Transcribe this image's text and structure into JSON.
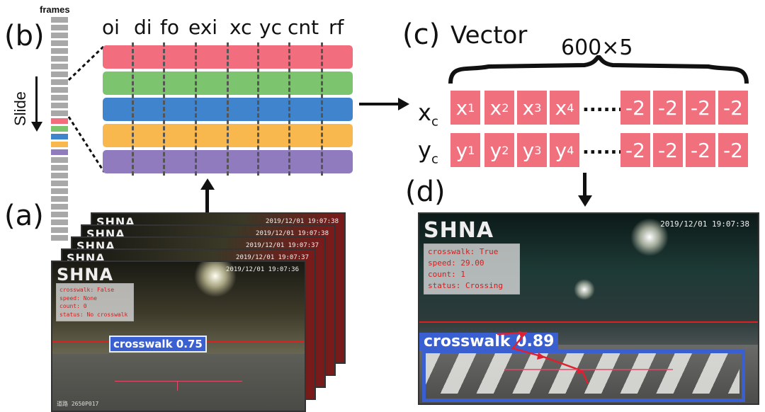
{
  "panels": {
    "a": "(a)",
    "b": "(b)",
    "c": "(c)",
    "d": "(d)"
  },
  "panel_b": {
    "frames_label": "frames",
    "slide_label": "Slide",
    "columns": [
      "oi",
      "di",
      "fo",
      "exi",
      "xc",
      "yc",
      "cnt",
      "rf"
    ],
    "band_colors": [
      "#f26d7d",
      "#7cc46e",
      "#3f84cc",
      "#f8b84e",
      "#8f7bbd"
    ]
  },
  "panel_c": {
    "title": "Vector",
    "size": "600×5",
    "row_x": {
      "label": "x",
      "sub": "c",
      "cells": [
        [
          "x",
          "1"
        ],
        [
          "x",
          "2"
        ],
        [
          "x",
          "3"
        ],
        [
          "x",
          "4"
        ]
      ],
      "pad": [
        "-2",
        "-2",
        "-2",
        "-2"
      ],
      "dots": "......"
    },
    "row_y": {
      "label": "y",
      "sub": "c",
      "cells": [
        [
          "y",
          "1"
        ],
        [
          "y",
          "2"
        ],
        [
          "y",
          "3"
        ],
        [
          "y",
          "4"
        ]
      ],
      "pad": [
        "-2",
        "-2",
        "-2",
        "-2"
      ],
      "dots": "......"
    }
  },
  "panel_a": {
    "timestamps": [
      "2019/12/01 19:07:38",
      "2019/12/01 19:07:38",
      "2019/12/01 19:07:37",
      "2019/12/01 19:07:37",
      "2019/12/01 19:07:36"
    ],
    "logo": "SHNA",
    "info": [
      "crosswalk: False",
      "speed: None",
      "count: 0",
      "status: No crosswalk"
    ],
    "detection": "crosswalk 0.75",
    "footer": "道路  2650P017"
  },
  "panel_d": {
    "timestamp": "2019/12/01 19:07:38",
    "logo": "SHNA",
    "info": [
      "crosswalk: True",
      "speed: 29.00",
      "count: 1",
      "status: Crossing"
    ],
    "detection": "crosswalk 0.89"
  }
}
